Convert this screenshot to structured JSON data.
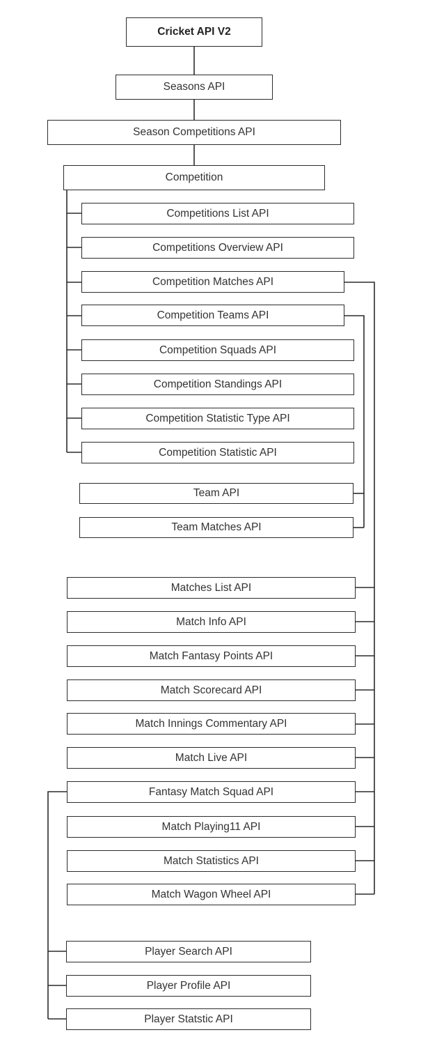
{
  "root": "Cricket API V2",
  "nodes": {
    "seasons": "Seasons API",
    "season_competitions": "Season Competitions API",
    "competition": "Competition",
    "competitions_list": "Competitions List API",
    "competitions_overview": "Competitions Overview API",
    "competition_matches": "Competition Matches API",
    "competition_teams": "Competition Teams API",
    "competition_squads": "Competition Squads API",
    "competition_standings": "Competition Standings API",
    "competition_statistic_type": "Competition Statistic Type API",
    "competition_statistic": "Competition Statistic API",
    "team": "Team API",
    "team_matches": "Team Matches API",
    "matches_list": "Matches List API",
    "match_info": "Match Info API",
    "match_fantasy_points": "Match Fantasy Points API",
    "match_scorecard": "Match Scorecard API",
    "match_innings_commentary": "Match Innings Commentary API",
    "match_live": "Match Live API",
    "fantasy_match_squad": "Fantasy Match Squad API",
    "match_playing11": "Match Playing11 API",
    "match_statistics": "Match Statistics API",
    "match_wagon_wheel": "Match Wagon Wheel API",
    "player_search": "Player Search API",
    "player_profile": "Player Profile API",
    "player_statistic": "Player Statstic API"
  },
  "colors": {
    "line": "#2b2b2b",
    "text": "#333333",
    "background": "#ffffff"
  }
}
